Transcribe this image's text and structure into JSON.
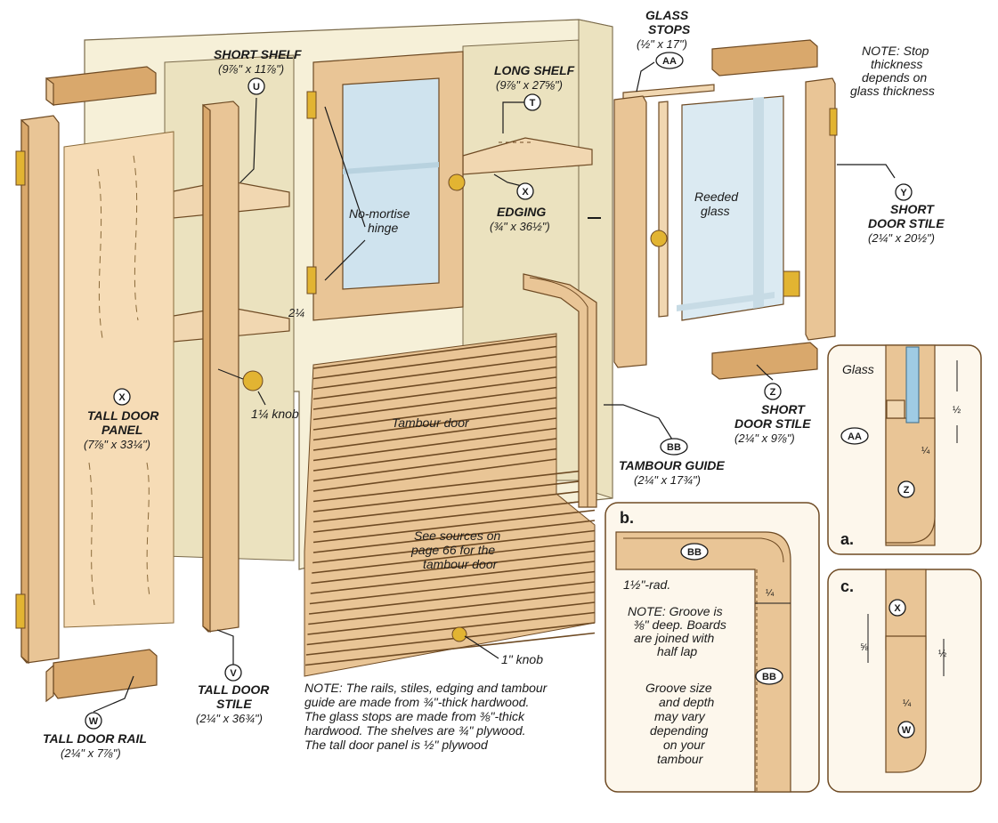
{
  "labels": {
    "short_shelf_title": "SHORT SHELF",
    "short_shelf_dim": "(9⅞\" x 11⅞\")",
    "long_shelf_title": "LONG SHELF",
    "long_shelf_dim": "(9⅞\" x 27⅝\")",
    "glass_stops_title_1": "GLASS",
    "glass_stops_title_2": "STOPS",
    "glass_stops_dim": "(½\" x 17\")",
    "note_stop_1": "NOTE: Stop",
    "note_stop_2": "thickness",
    "note_stop_3": "depends on",
    "note_stop_4": "glass thickness",
    "no_mortise_1": "No-mortise",
    "no_mortise_2": "hinge",
    "edging_title": "EDGING",
    "edging_dim": "(¾\" x 36½\")",
    "reeded_1": "Reeded",
    "reeded_2": "glass",
    "short_door_stile_y_1": "SHORT",
    "short_door_stile_y_2": "DOOR STILE",
    "short_door_stile_y_dim": "(2¼\" x 20½\")",
    "dim_2_quarter": "2¼",
    "tall_door_panel_1": "TALL DOOR",
    "tall_door_panel_2": "PANEL",
    "tall_door_panel_dim": "(7⅞\" x 33¼\")",
    "knob_quarter": "1¼ knob",
    "tambour_door": "Tambour door",
    "sources_1": "See sources on",
    "sources_2": "page 66 for the",
    "sources_3": "tambour door",
    "tambour_guide_title": "TAMBOUR GUIDE",
    "tambour_guide_dim": "(2¼\" x 17¾\")",
    "short_door_stile_z_1": "SHORT",
    "short_door_stile_z_2": "DOOR STILE",
    "short_door_stile_z_dim": "(2¼\" x 9⅞\")",
    "one_inch_knob": "1\" knob",
    "tall_door_stile_1": "TALL DOOR",
    "tall_door_stile_2": "STILE",
    "tall_door_stile_dim": "(2¼\" x 36¾\")",
    "tall_door_rail_title": "TALL DOOR RAIL",
    "tall_door_rail_dim": "(2¼\" x 7⅞\")",
    "note_main_1": "NOTE: The rails, stiles, edging and tambour",
    "note_main_2": "guide are made from ¾\"-thick hardwood.",
    "note_main_3": "The glass stops are made from ⅜\"-thick",
    "note_main_4": "hardwood. The shelves are ¾\" plywood.",
    "note_main_5": "The tall door panel is ½\" plywood"
  },
  "bubbles": {
    "u": "U",
    "t": "T",
    "aa": "AA",
    "x": "X",
    "y": "Y",
    "x2": "X",
    "bb": "BB",
    "z": "Z",
    "v": "V",
    "w": "W"
  },
  "inset_b": {
    "letter": "b.",
    "bb_top": "BB",
    "bb_side": "BB",
    "radius": "1½\"-rad.",
    "quarter": "¼",
    "note_1": "NOTE: Groove is",
    "note_2": "⅜\" deep. Boards",
    "note_3": "are joined with",
    "note_4": "half lap",
    "groove_1": "Groove size",
    "groove_2": "and depth",
    "groove_3": "may vary",
    "groove_4": "depending",
    "groove_5": "on your",
    "groove_6": "tambour"
  },
  "inset_a": {
    "letter": "a.",
    "glass": "Glass",
    "aa": "AA",
    "z": "Z",
    "half": "½",
    "quarter": "¼"
  },
  "inset_c": {
    "letter": "c.",
    "x": "X",
    "w": "W",
    "five_eighths": "⅝",
    "half": "½",
    "quarter": "¼"
  },
  "colors": {
    "wood": "#e9c596",
    "wood_dark": "#d9a86c",
    "cabinet": "#f6f0d8",
    "glass": "#cfe3ee",
    "inset_bg": "#fdf7ec"
  }
}
